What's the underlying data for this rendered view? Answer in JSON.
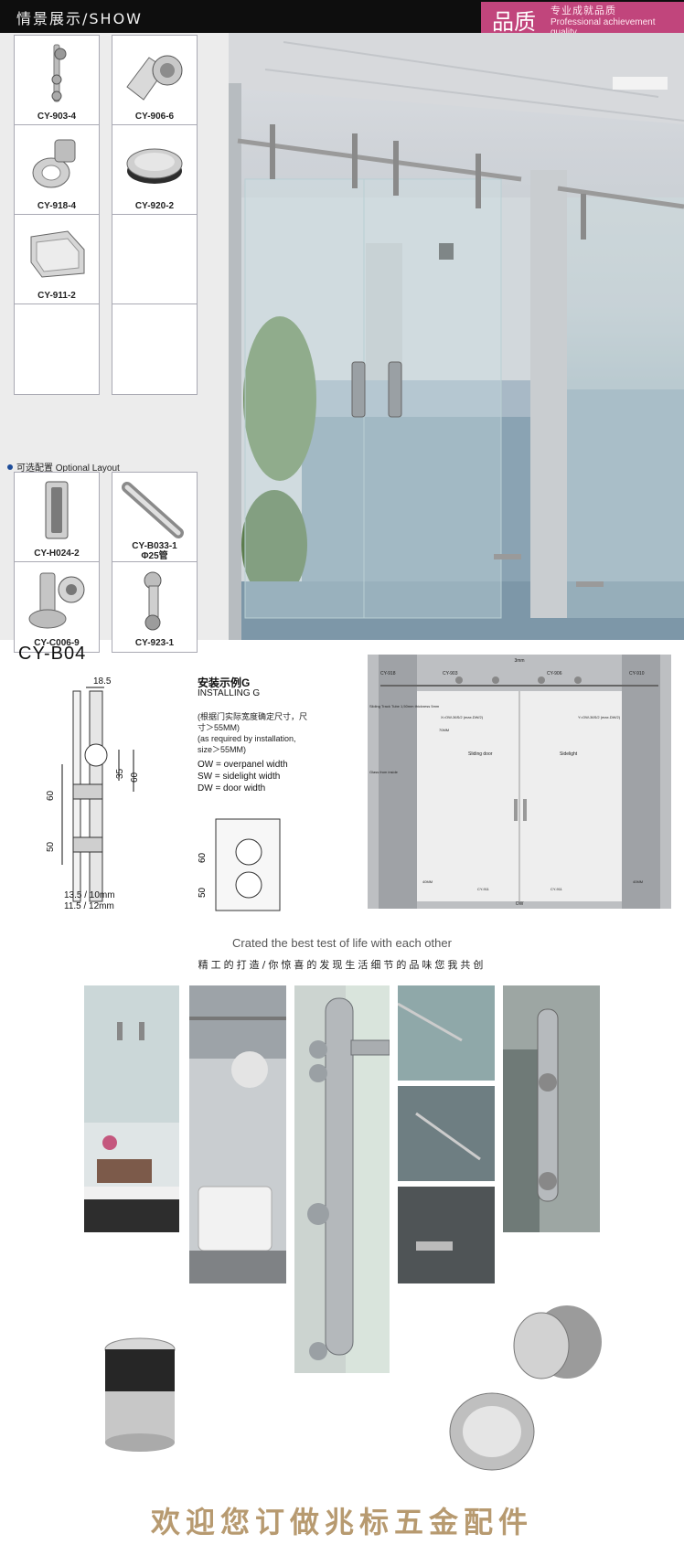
{
  "header": {
    "title": "情景展示/SHOW",
    "badge": {
      "main": "品质",
      "sub_cn": "专业成就品质",
      "sub_en": "Professional achievement quality"
    }
  },
  "catalog": {
    "standard": [
      {
        "code": "CY-903-4",
        "icon": "roller-hanger-icon"
      },
      {
        "code": "CY-906-6",
        "icon": "wall-bracket-icon"
      },
      {
        "code": "CY-918-4",
        "icon": "tube-clamp-icon"
      },
      {
        "code": "CY-920-2",
        "icon": "end-cap-icon"
      },
      {
        "code": "CY-911-2",
        "icon": "glass-clip-icon"
      },
      {
        "code": "",
        "icon": ""
      },
      {
        "code": "",
        "icon": ""
      },
      {
        "code": "",
        "icon": ""
      }
    ],
    "optional_label": "可选配置  Optional Layout",
    "optional": [
      {
        "code": "CY-H024-2",
        "icon": "pull-handle-icon"
      },
      {
        "code": "CY-B033-1",
        "code2": "Φ25管",
        "icon": "steel-tube-icon"
      },
      {
        "code": "CY-C006-9",
        "icon": "tube-connector-icon"
      },
      {
        "code": "CY-923-1",
        "icon": "glass-support-icon"
      }
    ]
  },
  "spec": {
    "model": "CY-B04",
    "title": "安装示例G",
    "subtitle": "INSTALLING G",
    "note_cn": "(根据门实际宽度确定尺寸，尺寸＞55MM)",
    "note_en": "(as required by installation, size＞55MM)",
    "legend": [
      "OW = overpanel width",
      "SW = sidelight width",
      "DW = door width"
    ],
    "dims_top": "18.5",
    "dims_side": [
      "60",
      "50",
      "35",
      "60"
    ],
    "dims_detail": [
      "60",
      "50"
    ],
    "glass": [
      "13.5 / 10mm",
      "11.5 / 12mm"
    ]
  },
  "drawing": {
    "labels": {
      "top": "3mm",
      "codes": [
        "CY-918",
        "CY-903",
        "CY-906",
        "CY-910"
      ],
      "left_note": "Sliding Track Tube 1,50mm thickness 5mm",
      "formula_left": "X=OW-36S/2 (max.DW/2)",
      "formula_right": "Y=OW-36S/2 (max.DW/2)",
      "door": "Sliding door",
      "side": "Sidelight",
      "glass": "Glass from inside",
      "bottom_codes": [
        "CY-911",
        "CY-911"
      ],
      "ow": "OW",
      "mm_left": "40MM",
      "mm_right": "40MM",
      "mm_mid": "70MM"
    }
  },
  "tagline": {
    "en": "Crated the best test of life with each other",
    "cn": "精工的打造/你惊喜的发现生活细节的品味您我共创"
  },
  "footer": "欢迎您订做兆标五金配件",
  "colors": {
    "header_bg": "#0e0e0e",
    "badge_bg": "#c1457c",
    "panel_bg": "#ececec",
    "footer_text": "#b79a70"
  }
}
